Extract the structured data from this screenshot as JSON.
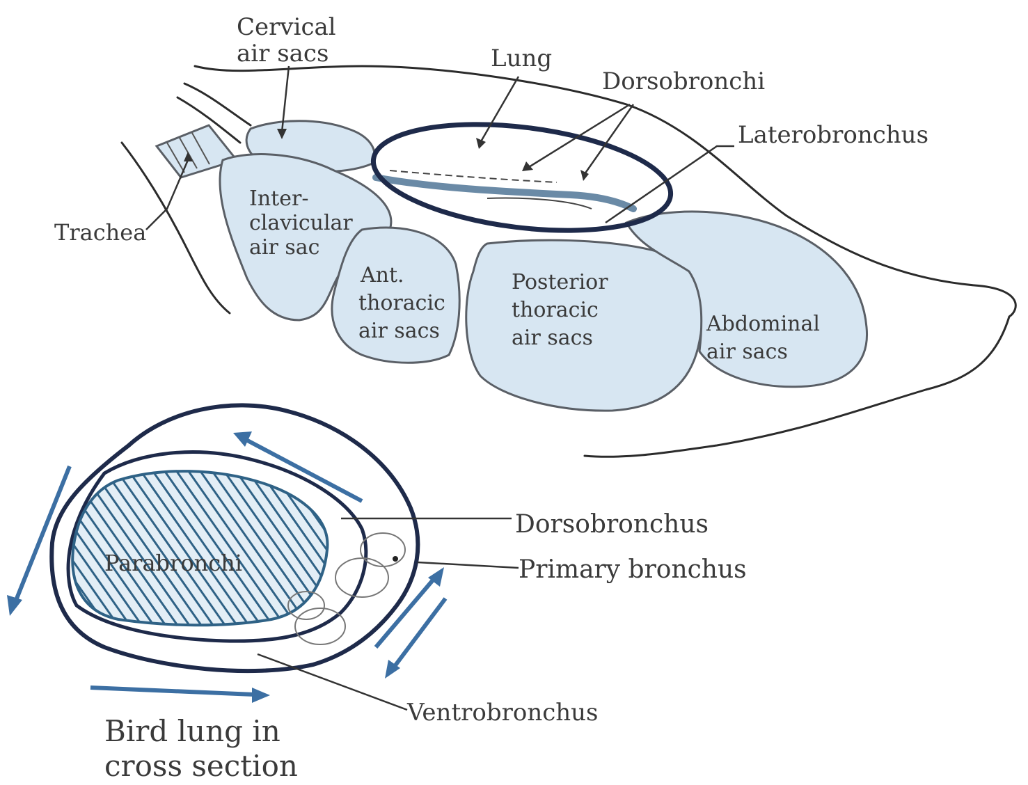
{
  "labels": {
    "cervical": [
      "Cervical",
      "air sacs"
    ],
    "lung": "Lung",
    "dorsobronchi": "Dorsobronchi",
    "laterobronchus": "Laterobronchus",
    "trachea": "Trachea",
    "interclavicular": [
      "Inter-",
      "clavicular",
      "air sac"
    ],
    "ant_thoracic": [
      "Ant.",
      "thoracic",
      "air sacs"
    ],
    "post_thoracic": [
      "Posterior",
      "thoracic",
      "air sacs"
    ],
    "abdominal": [
      "Abdominal",
      "air sacs"
    ],
    "dorsobronchus": "Dorsobronchus",
    "primary_bronchus": "Primary bronchus",
    "ventrobronchus": "Ventrobronchus",
    "parabronchi": "Parabronchi",
    "caption": [
      "Bird lung in",
      "cross section"
    ]
  },
  "colors": {
    "sac_fill": "#d7e6f2",
    "lung_outline": "#1e2a4a",
    "flow_arrow": "#3c6fa3",
    "hatch": "#2f6286"
  }
}
